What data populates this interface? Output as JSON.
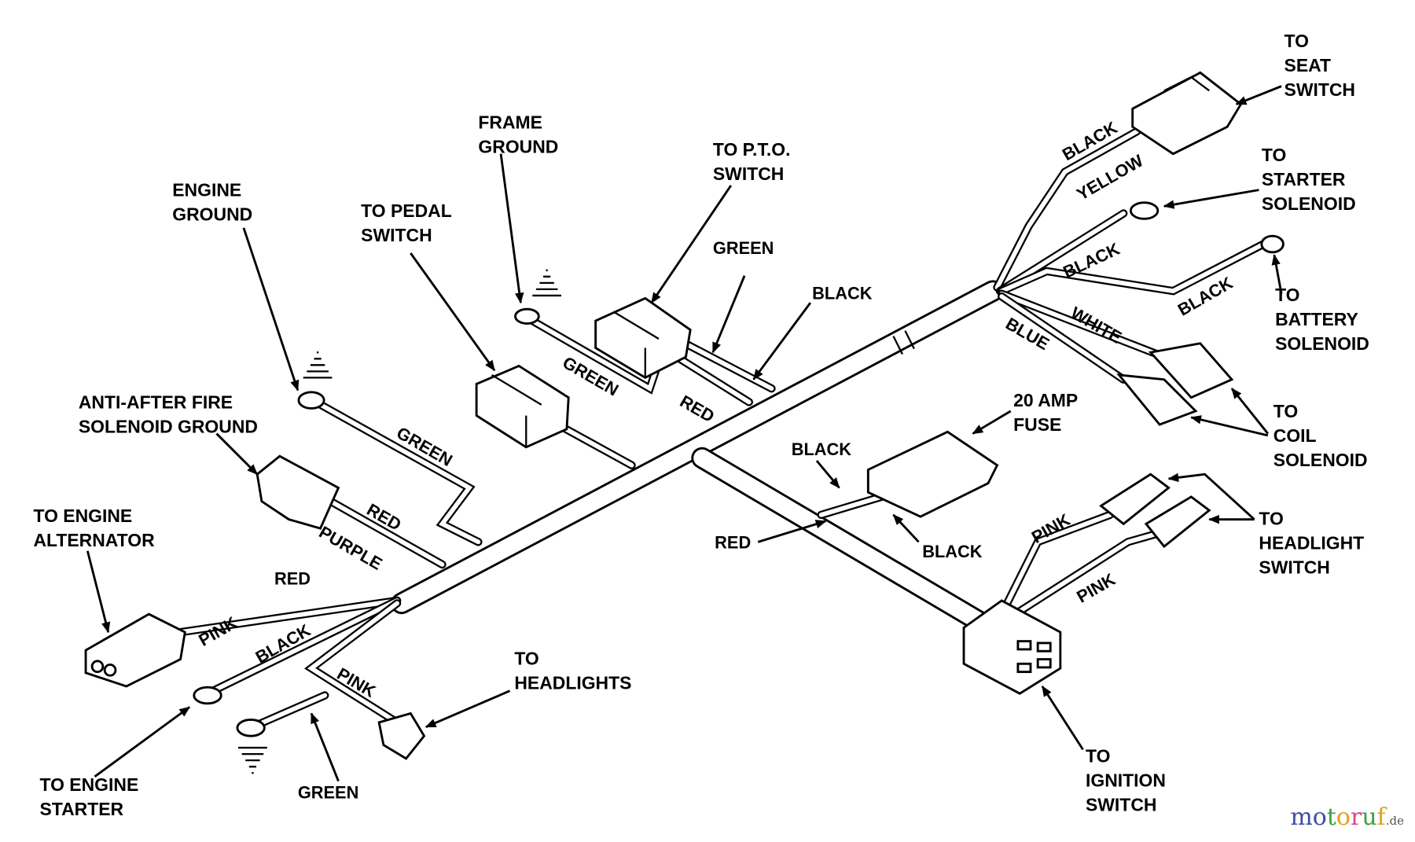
{
  "callouts": {
    "seat_switch": [
      "TO",
      "SEAT",
      "SWITCH"
    ],
    "starter_solenoid": [
      "TO",
      "STARTER",
      "SOLENOID"
    ],
    "battery_solenoid": [
      "TO",
      "BATTERY",
      "SOLENOID"
    ],
    "coil_solenoid": [
      "TO",
      "COIL",
      "SOLENOID"
    ],
    "headlight_switch": [
      "TO",
      "HEADLIGHT",
      "SWITCH"
    ],
    "ignition_switch": [
      "TO",
      "IGNITION",
      "SWITCH"
    ],
    "fuse": [
      "20 AMP",
      "FUSE"
    ],
    "frame_ground": [
      "FRAME",
      "GROUND"
    ],
    "pto_switch": [
      "TO P.T.O.",
      "SWITCH"
    ],
    "engine_ground": [
      "ENGINE",
      "GROUND"
    ],
    "pedal_switch": [
      "TO PEDAL",
      "SWITCH"
    ],
    "anti_after_fire": [
      "ANTI-AFTER FIRE",
      "SOLENOID GROUND"
    ],
    "engine_alternator": [
      "TO ENGINE",
      "ALTERNATOR"
    ],
    "headlights": [
      "TO",
      "HEADLIGHTS"
    ],
    "engine_starter": [
      "TO ENGINE",
      "STARTER"
    ]
  },
  "wire_labels": {
    "green_pto": "GREEN",
    "black_pto": "BLACK",
    "black_fuse_top": "BLACK",
    "red_fuse": "RED",
    "black_fuse_bottom": "BLACK",
    "red_alt": "RED",
    "green_engine_ground": "GREEN",
    "red_solenoid": "RED",
    "purple": "PURPLE",
    "pink_alt": "PINK",
    "black_starter": "BLACK",
    "pink_headlights": "PINK",
    "green_frame": "GREEN",
    "red_pto": "RED",
    "black_seat": "BLACK",
    "yellow_seat": "YELLOW",
    "black_starter_solenoid": "BLACK",
    "black_battery": "BLACK",
    "white": "WHITE",
    "blue": "BLUE",
    "pink_headlight_1": "PINK",
    "pink_headlight_2": "PINK",
    "green_bottom": "GREEN"
  },
  "watermark": {
    "main": "motoruf",
    "suffix": ".de",
    "colors": [
      "#3b4fa0",
      "#3b4fa0",
      "#3aa040",
      "#e0a020",
      "#e04090",
      "#3aa040",
      "#e0a020"
    ]
  }
}
